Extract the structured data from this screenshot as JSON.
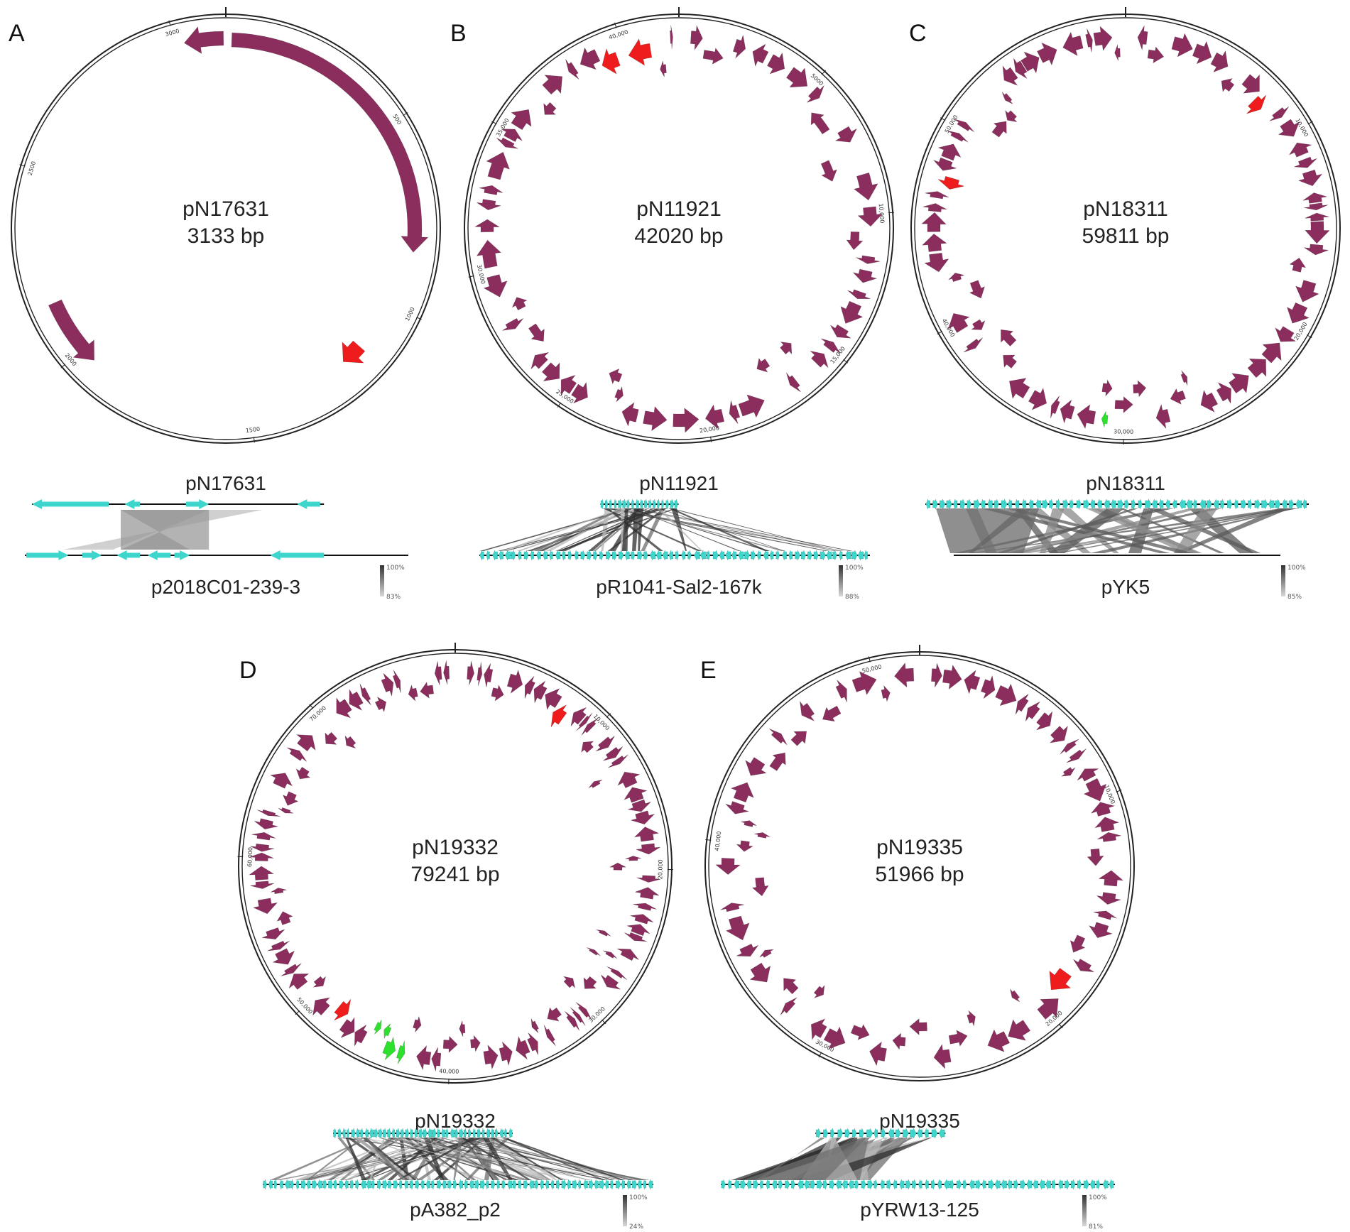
{
  "colors": {
    "gene": "#8b2e5e",
    "highlight": "#ee1c1c",
    "green": "#2ee02e",
    "cyan": "#3ed6cc",
    "gray": "#8f8f8f",
    "dark": "#2f2f2f"
  },
  "panels": [
    {
      "letter": "A",
      "plasmid": "pN17631",
      "size": "3133 bp",
      "length": 3133,
      "ticks": [
        {
          "pos": 500,
          "label": "500"
        },
        {
          "pos": 1000,
          "label": "1000"
        },
        {
          "pos": 1500,
          "label": "1500"
        },
        {
          "pos": 2000,
          "label": "2000"
        },
        {
          "pos": 2500,
          "label": "2500"
        },
        {
          "pos": 3000,
          "label": "3000"
        }
      ],
      "comparison": {
        "query": "pN17631",
        "reference": "p2018C01-239-3",
        "scale_max": "100%",
        "scale_min": "83%"
      }
    },
    {
      "letter": "B",
      "plasmid": "pN11921",
      "size": "42020 bp",
      "length": 42020,
      "ticks": [
        {
          "pos": 5000,
          "label": "5000"
        },
        {
          "pos": 10000,
          "label": "10,000"
        },
        {
          "pos": 15000,
          "label": "15,000"
        },
        {
          "pos": 20000,
          "label": "20,000"
        },
        {
          "pos": 25000,
          "label": "25,000"
        },
        {
          "pos": 30000,
          "label": "30,000"
        },
        {
          "pos": 35000,
          "label": "35,000"
        },
        {
          "pos": 40000,
          "label": "40,000"
        }
      ],
      "comparison": {
        "query": "pN11921",
        "reference": "pR1041-Sal2-167k",
        "scale_max": "100%",
        "scale_min": "88%"
      }
    },
    {
      "letter": "C",
      "plasmid": "pN18311",
      "size": "59811 bp",
      "length": 59811,
      "ticks": [
        {
          "pos": 10000,
          "label": "10,000"
        },
        {
          "pos": 20000,
          "label": "20,000"
        },
        {
          "pos": 30000,
          "label": "30,000"
        },
        {
          "pos": 40000,
          "label": "40,000"
        },
        {
          "pos": 50000,
          "label": "50,000"
        }
      ],
      "comparison": {
        "query": "pN18311",
        "reference": "pYK5",
        "scale_max": "100%",
        "scale_min": "85%"
      }
    },
    {
      "letter": "D",
      "plasmid": "pN19332",
      "size": "79241 bp",
      "length": 79241,
      "ticks": [
        {
          "pos": 10000,
          "label": "10,000"
        },
        {
          "pos": 20000,
          "label": "20,000"
        },
        {
          "pos": 30000,
          "label": "30,000"
        },
        {
          "pos": 40000,
          "label": "40,000"
        },
        {
          "pos": 50000,
          "label": "50,000"
        },
        {
          "pos": 60000,
          "label": "60,000"
        },
        {
          "pos": 70000,
          "label": "70,000"
        }
      ],
      "comparison": {
        "query": "pN19332",
        "reference": "pA382_p2",
        "scale_max": "100%",
        "scale_min": "24%"
      }
    },
    {
      "letter": "E",
      "plasmid": "pN19335",
      "size": "51966 bp",
      "length": 51966,
      "ticks": [
        {
          "pos": 10000,
          "label": "10,000"
        },
        {
          "pos": 20000,
          "label": "20,000"
        },
        {
          "pos": 30000,
          "label": "30,000"
        },
        {
          "pos": 40000,
          "label": "40,000"
        },
        {
          "pos": 50000,
          "label": "50,000"
        }
      ],
      "comparison": {
        "query": "pN19335",
        "reference": "pYRW13-125",
        "scale_max": "100%",
        "scale_min": "81%"
      }
    }
  ]
}
